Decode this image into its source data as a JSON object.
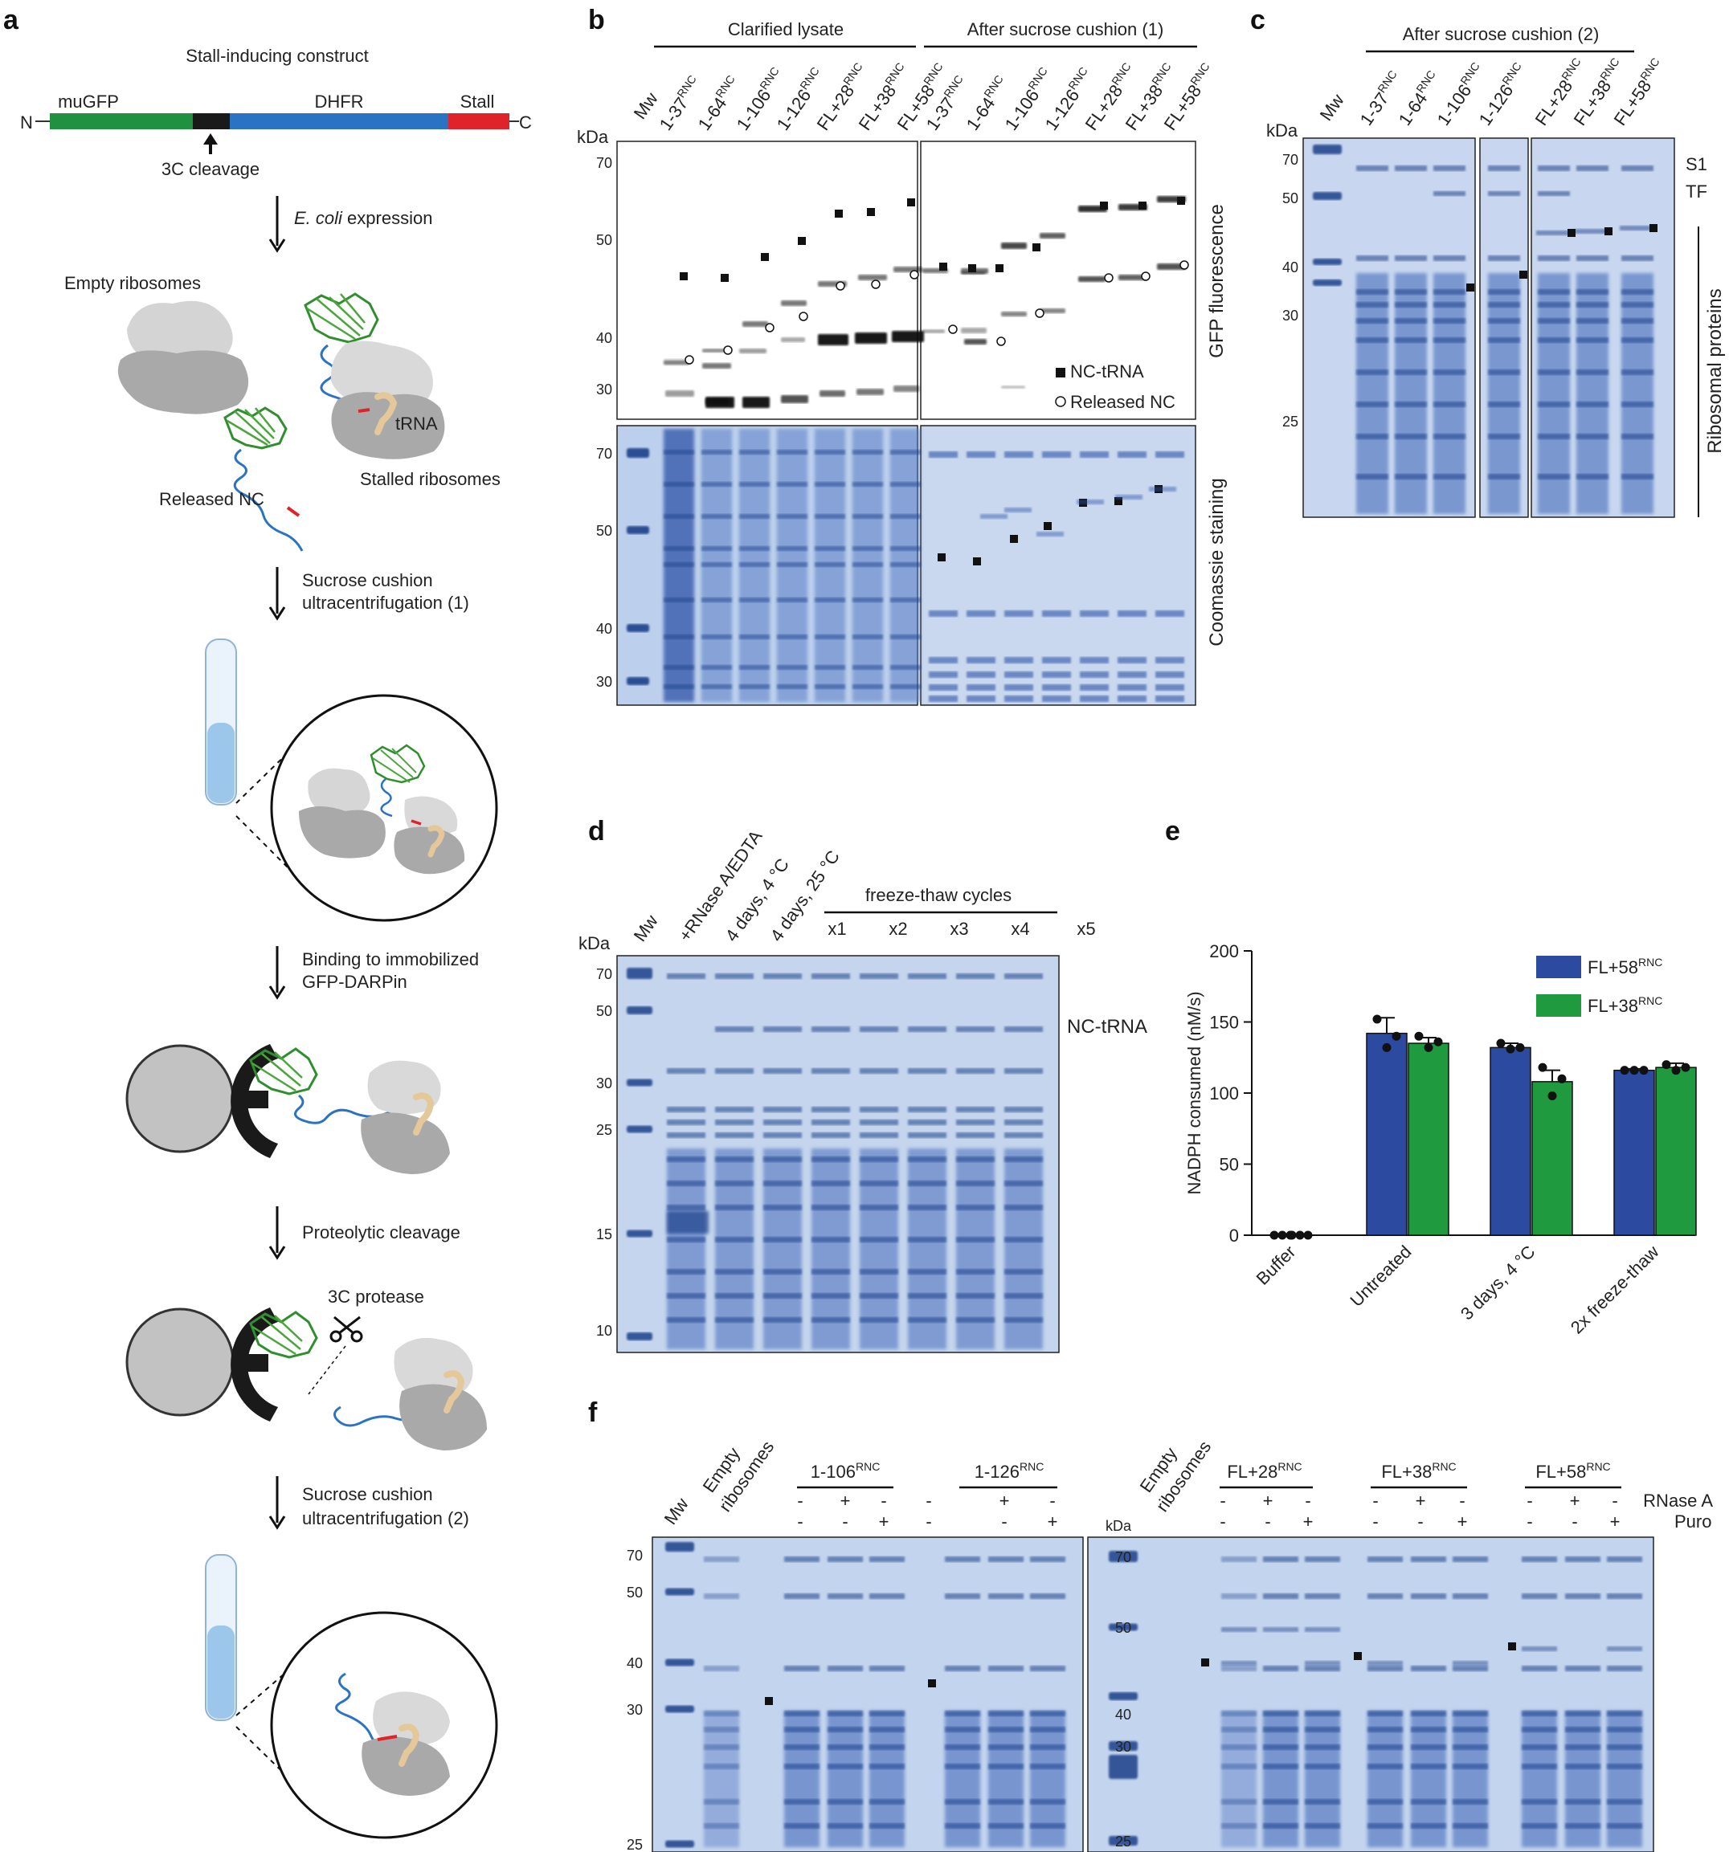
{
  "panels": {
    "a": {
      "label": "a",
      "construct_title": "Stall-inducing construct",
      "n_term": "N",
      "c_term": "C",
      "seg_mugfp": "muGFP",
      "seg_dhfr": "DHFR",
      "seg_stall": "Stall",
      "cleavage": "3C cleavage",
      "step1_italic": "E. coli",
      "step1_rest": " expression",
      "empty_ribosomes": "Empty ribosomes",
      "released_nc": "Released NC",
      "trna": "tRNA",
      "stalled_ribosomes": "Stalled ribosomes",
      "step2_l1": "Sucrose cushion",
      "step2_l2": "ultracentrifugation (1)",
      "step3_l1": "Binding to immobilized",
      "step3_l2": "GFP-DARPin",
      "step4": "Proteolytic cleavage",
      "protease": "3C protease",
      "step5_l1": "Sucrose cushion",
      "step5_l2": "ultracentrifugation (2)",
      "colors": {
        "mugfp": "#1f9140",
        "linker": "#1a1a1a",
        "dhfr": "#2a73c4",
        "stall": "#e0232b"
      }
    },
    "b": {
      "label": "b",
      "group1": "Clarified lysate",
      "group2": "After  sucrose cushion (1)",
      "mw": "Mw",
      "kda": "kDa",
      "lanes": [
        "1-37",
        "1-64",
        "1-106",
        "1-126",
        "FL+28",
        "FL+38",
        "FL+58"
      ],
      "sup": "RNC",
      "top_ticks": [
        "70",
        "50",
        "40",
        "30"
      ],
      "bottom_ticks": [
        "70",
        "50",
        "40",
        "30"
      ],
      "side_top": "GFP  fluorescence",
      "side_bottom": "Coomassie staining",
      "legend_filled": "NC-tRNA",
      "legend_open": "Released NC"
    },
    "c": {
      "label": "c",
      "group": "After  sucrose cushion (2)",
      "kda": "kDa",
      "mw": "Mw",
      "lanes": [
        "1-37",
        "1-64",
        "1-106",
        "1-126",
        "FL+28",
        "FL+38",
        "FL+58"
      ],
      "sup": "RNC",
      "ticks": [
        "70",
        "50",
        "40",
        "30",
        "25"
      ],
      "s1": "S1",
      "tf": "TF",
      "ribosomal": "Ribosomal proteins"
    },
    "d": {
      "label": "d",
      "kda": "kDa",
      "mw": "Mw",
      "lane_rnase": "+RNase A/EDTA",
      "lane_4c": "4 days, 4 °C",
      "lane_25c": "4 days, 25 °C",
      "ft_header": "freeze-thaw cycles",
      "ft": [
        "x1",
        "x2",
        "x3",
        "x4",
        "x5"
      ],
      "ticks": [
        "70",
        "50",
        "30",
        "25",
        "15",
        "10"
      ],
      "nc_trna": "NC-tRNA"
    },
    "e": {
      "label": "e",
      "legend_base": "FL+",
      "legend_sup": "RNC"
    },
    "f": {
      "label": "f",
      "mw": "Mw",
      "kda": "kDa",
      "empty_l1": "Empty",
      "empty_l2": "ribosomes",
      "groups_left": [
        "1-106",
        "1-126"
      ],
      "groups_right": [
        "FL+28",
        "FL+38",
        "FL+58"
      ],
      "sup": "RNC",
      "rnase": "RNase A",
      "puro": "Puro",
      "minus": "-",
      "plus": "+",
      "ticks_left": [
        "70",
        "50",
        "40",
        "30",
        "25"
      ],
      "ticks_right": [
        "70",
        "50",
        "40",
        "30",
        "25"
      ]
    }
  },
  "chart_data": {
    "type": "bar",
    "categories": [
      "Buffer",
      "Untreated",
      "3 days, 4 °C",
      "2x freeze-thaw"
    ],
    "ylabel": "NADPH consumed (nM/s)",
    "xlabel": "",
    "ylim": [
      0,
      200
    ],
    "yticks": [
      "0",
      "50",
      "100",
      "150",
      "200"
    ],
    "legend": "top-right",
    "series": [
      {
        "name": "FL+58",
        "color": "#2b4aa0",
        "values": [
          0,
          142,
          132,
          116
        ],
        "errors": [
          0,
          11,
          3,
          1
        ],
        "points": [
          [
            0,
            0,
            0
          ],
          [
            152,
            132,
            140
          ],
          [
            135,
            131,
            132
          ],
          [
            116,
            116,
            116
          ]
        ]
      },
      {
        "name": "FL+38",
        "color": "#1f9a3e",
        "values": [
          0,
          135,
          108,
          118
        ],
        "errors": [
          0,
          4,
          8,
          3
        ],
        "points": [
          [
            0,
            0,
            0
          ],
          [
            140,
            132,
            136
          ],
          [
            118,
            98,
            110
          ],
          [
            120,
            116,
            118
          ]
        ]
      }
    ]
  }
}
